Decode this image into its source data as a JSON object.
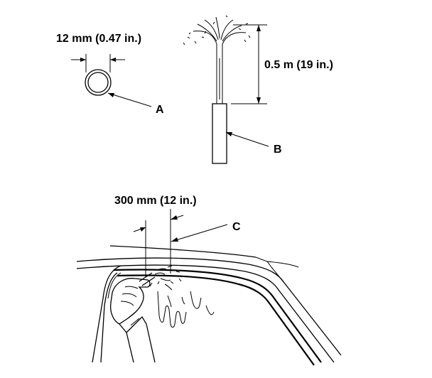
{
  "labels": {
    "hose_diameter": "12 mm (0.47 in.)",
    "spray_height": "0.5 m (19 in.)",
    "spray_distance": "300 mm (12 in.)",
    "callout_a": "A",
    "callout_b": "B",
    "callout_c": "C"
  }
}
